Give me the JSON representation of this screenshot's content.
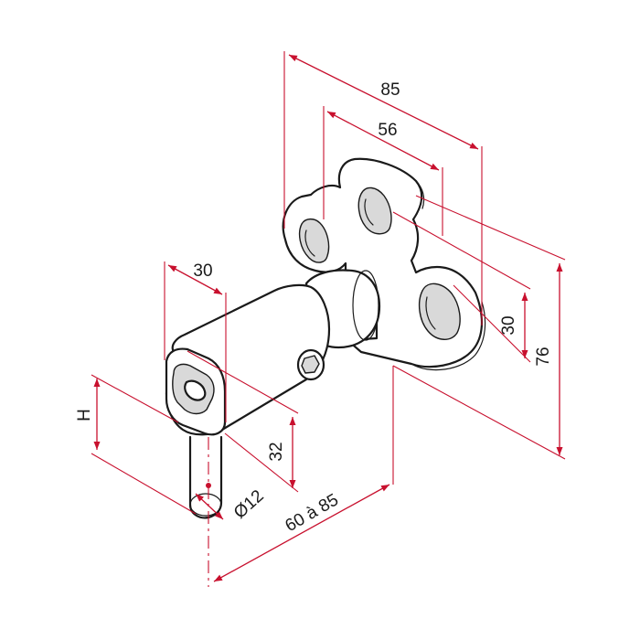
{
  "colors": {
    "dimension": "#c8102e",
    "outline": "#1a1a1a",
    "fill": "#ffffff",
    "shade": "#d9d9d9"
  },
  "dimensions": {
    "overall_width": "85",
    "hole_spacing": "56",
    "hole_offset": "30",
    "plate_height": "76",
    "barrel_length": "30",
    "barrel_height": "32",
    "pin_diameter": "Ø12",
    "projection": "60 à 85",
    "pin_height": "H"
  }
}
